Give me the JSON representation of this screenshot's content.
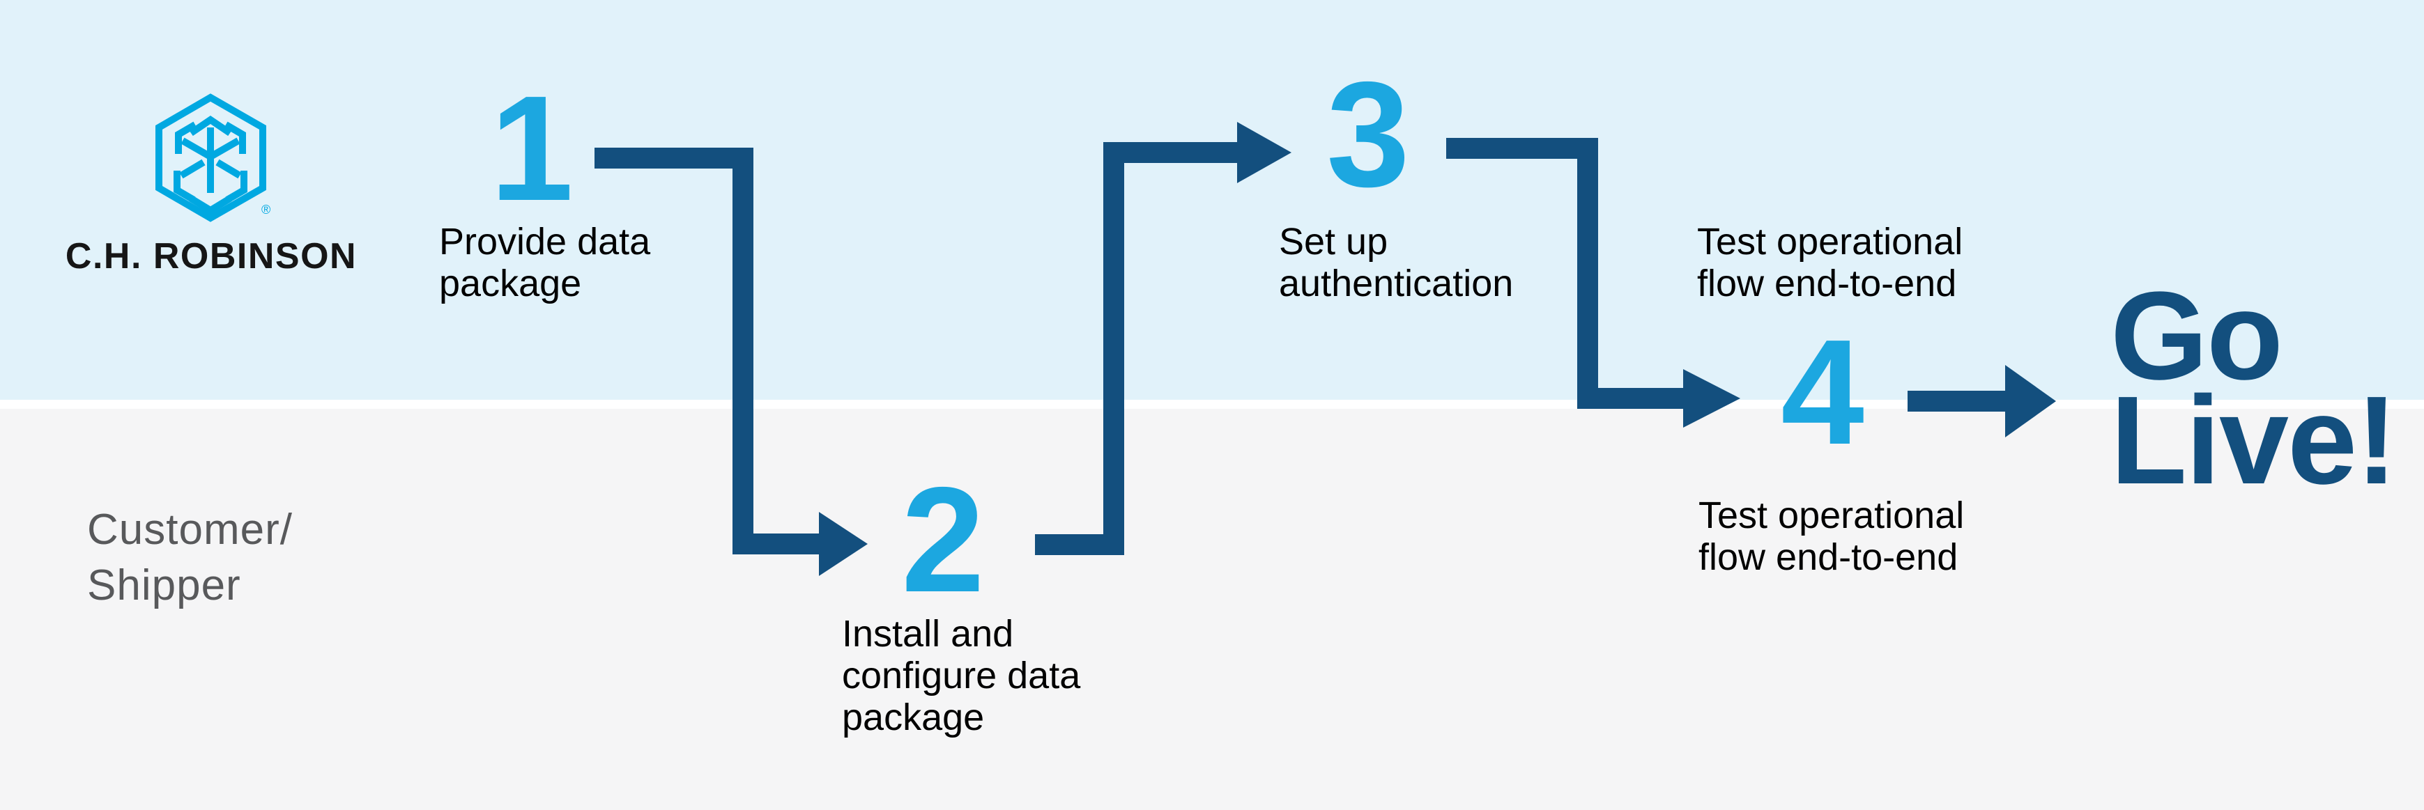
{
  "brand": {
    "name": "C.H. ROBINSON",
    "registered_mark": "®",
    "logo_icon": "hexagon-cube-arrows-logo"
  },
  "lanes": {
    "bottom_label_line1": "Customer/",
    "bottom_label_line2": "Shipper"
  },
  "steps": [
    {
      "number": "1",
      "lane": "top",
      "label_line1": "Provide data",
      "label_line2": "package"
    },
    {
      "number": "2",
      "lane": "bottom",
      "label_line1": "Install and",
      "label_line2": "configure data",
      "label_line3": "package"
    },
    {
      "number": "3",
      "lane": "top",
      "label_line1": "Set up",
      "label_line2": "authentication"
    },
    {
      "number": "4",
      "lane": "both",
      "label_top_line1": "Test operational",
      "label_top_line2": "flow end-to-end",
      "label_bottom_line1": "Test operational",
      "label_bottom_line2": "flow end-to-end"
    }
  ],
  "outcome": {
    "line1": "Go",
    "line2": "Live!"
  },
  "colors": {
    "navy_arrow": "#134F7E",
    "step_number_cyan": "#1CA7E0",
    "logo_cyan": "#00A8E1",
    "lane_top_bg": "#E1F2FA",
    "lane_bottom_bg": "#F5F5F6",
    "divider_white": "#FFFFFF",
    "label_text": "#000000",
    "lane_label_text": "#58595B"
  }
}
